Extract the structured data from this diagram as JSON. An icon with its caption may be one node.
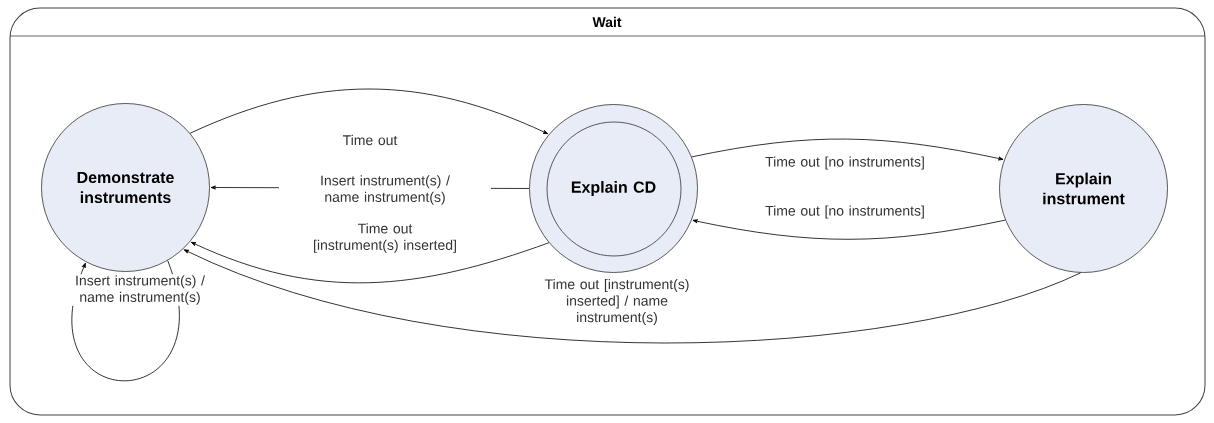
{
  "diagram": {
    "nodes": [
      {
        "text": [
          "Wait"
        ]
      },
      {
        "text": [
          "Demonstrate instruments"
        ],
        "in": 0
      },
      {
        "text": [
          "Explain CD"
        ],
        "in": 0
      },
      {
        "text": [
          "Explain instrument"
        ],
        "in": 0
      }
    ],
    "edges": [
      {
        "from": 1,
        "to": 2,
        "arrow": "to",
        "label": "Time out"
      },
      {
        "from": 2,
        "to": 1,
        "arrow": "to",
        "label": "Insert instrument(s) / name instrument(s)"
      },
      {
        "from": 2,
        "to": 1,
        "arrow": "to",
        "label": "Time out [instrument(s) inserted]"
      },
      {
        "from": 1,
        "to": 1,
        "arrow": "to",
        "label": "Insert instrument(s) / name instrument(s)"
      },
      {
        "from": 2,
        "to": 3,
        "arrow": "to",
        "label": "Time out [no instruments]"
      },
      {
        "from": 3,
        "to": 2,
        "arrow": "to",
        "label": "Time out [no instruments]"
      },
      {
        "from": 3,
        "to": 1,
        "arrow": "to",
        "label": "Time out [instrument(s) inserted] / name instrument(s)"
      }
    ]
  }
}
